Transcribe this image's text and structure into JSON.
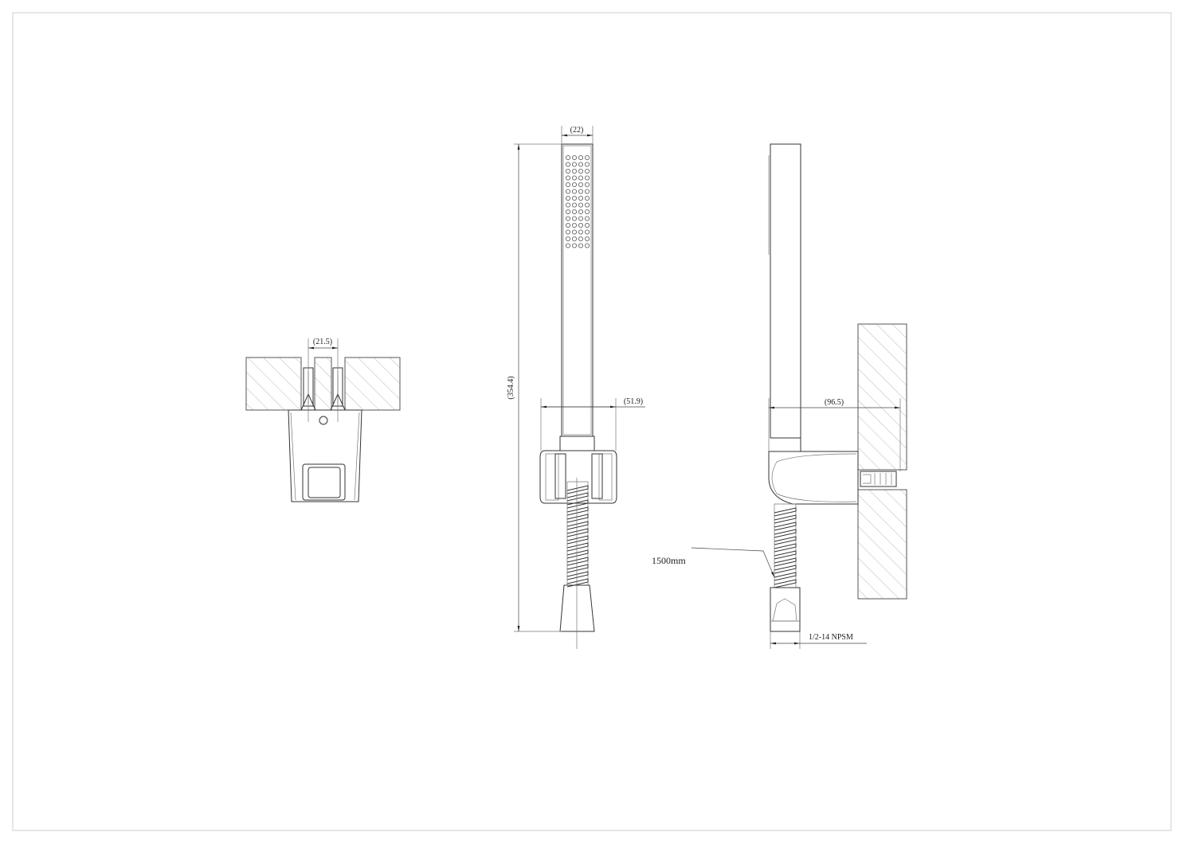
{
  "drawing": {
    "left_view": {
      "dimension": "(21.5)"
    },
    "front_view": {
      "width_dimension": "(22)",
      "height_dimension": "(354.4)",
      "holder_dimension": "(51.9)"
    },
    "side_view": {
      "projection_dimension": "(96.5)",
      "hose_length_label": "1500mm",
      "thread_label": "1/2-14 NPSM"
    }
  },
  "colors": {
    "line": "#333333",
    "background": "#ffffff",
    "border": "#cccccc"
  }
}
